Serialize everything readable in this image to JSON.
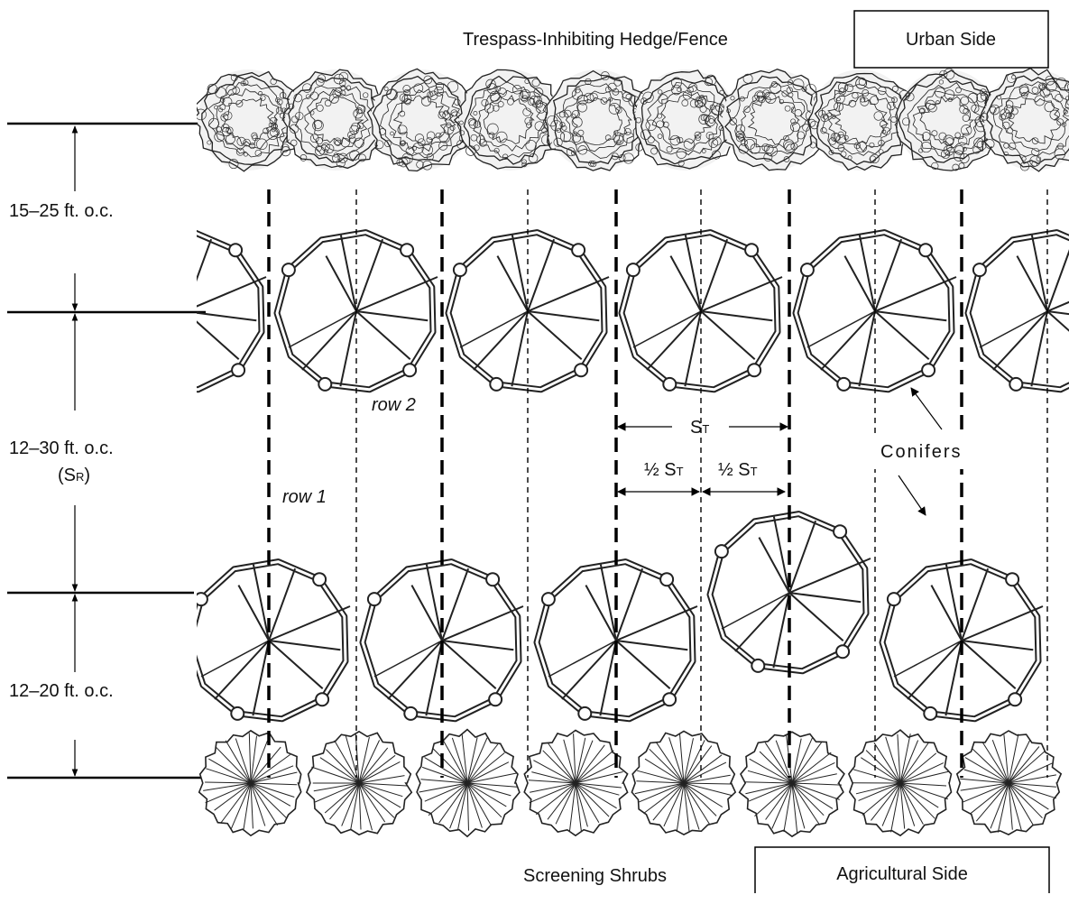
{
  "labels": {
    "hedge_title": "Trespass-Inhibiting Hedge/Fence",
    "urban_side": "Urban Side",
    "agricultural_side": "Agricultural Side",
    "screening_shrubs": "Screening Shrubs",
    "conifers": "Conifers",
    "row1": "row 1",
    "row2": "row 2"
  },
  "dimensions": {
    "d1": "15–25 ft. o.c.",
    "d2": "12–30 ft. o.c.",
    "d2_sub_open": "(S",
    "d2_sub_letter": "R",
    "d2_sub_close": ")",
    "d3": "12–20 ft. o.c."
  },
  "spacing": {
    "st_main": "S",
    "st_sub": "T",
    "half": "½ S",
    "half_sub": "T"
  },
  "icons": {
    "hedge": "hedge-shrub-icon",
    "conifer": "conifer-tree-icon",
    "shrub": "screening-shrub-icon"
  }
}
